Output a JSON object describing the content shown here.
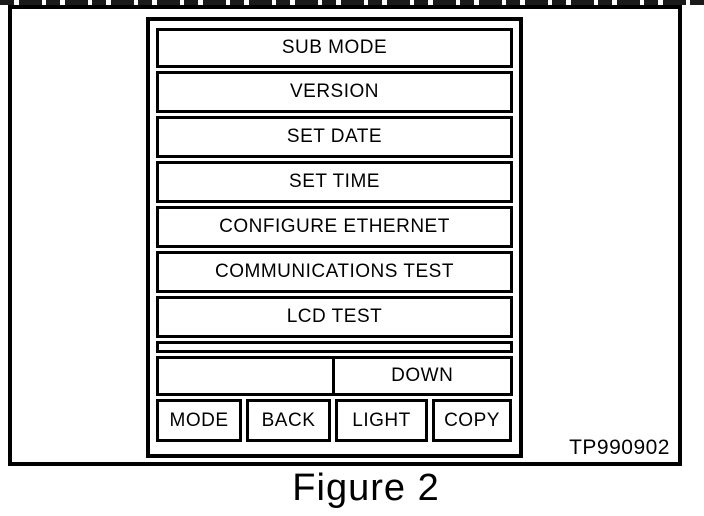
{
  "figure": {
    "caption": "Figure 2",
    "reference": "TP990902"
  },
  "screen": {
    "title": "SUB MODE",
    "menu_items": [
      "VERSION",
      "SET DATE",
      "SET TIME",
      "CONFIGURE ETHERNET",
      "COMMUNICATIONS TEST",
      "LCD TEST"
    ],
    "nav": {
      "down_label": "DOWN"
    },
    "buttons": [
      "MODE",
      "BACK",
      "LIGHT",
      "COPY"
    ]
  },
  "colors": {
    "ink": "#000000",
    "paper": "#ffffff"
  }
}
